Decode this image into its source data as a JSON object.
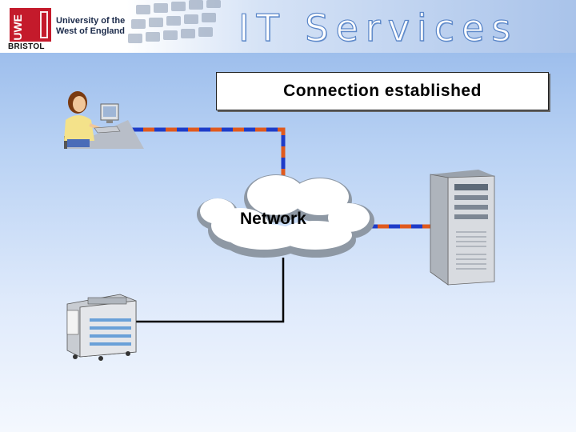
{
  "header": {
    "logo_mark": "UWE",
    "logo_sub": "BRISTOL",
    "university_line1": "University of the",
    "university_line2": "West of England",
    "title": "IT Services"
  },
  "status": {
    "message": "Connection established"
  },
  "network": {
    "label": "Network",
    "icons": {
      "user": "user-at-computer-icon",
      "server": "server-tower-icon",
      "printer": "printer-copier-icon",
      "cloud": "network-cloud-icon"
    },
    "colors": {
      "link_active_a": "#e05a1e",
      "link_active_b": "#1e3cc8",
      "link_idle": "#000000"
    }
  }
}
